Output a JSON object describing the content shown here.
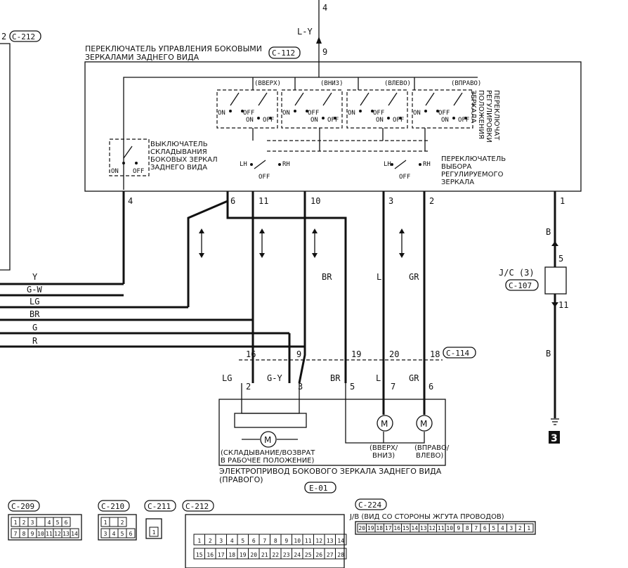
{
  "wires_top": {
    "pin4": "4",
    "color": "L-Y",
    "pin9": "9"
  },
  "switch": {
    "title_line1": "ПЕРЕКЛЮЧАТЕЛЬ УПРАВЛЕНИЯ БОКОВЫМИ",
    "title_line2": "ЗЕРКАЛАМИ ЗАДНЕГО ВИДА",
    "connector": "C-112",
    "dir_up": "(ВВЕРХ)",
    "dir_down": "(ВНИЗ)",
    "dir_left": "(ВЛЕВО)",
    "dir_right": "(ВПРАВО)",
    "on": "ON",
    "off": "OFF",
    "adjust_vertical": [
      "ПЕРЕКЛЮЧАТ",
      "РЕГУЛИРОВКИ",
      "ПОЛОЖЕНИЯ",
      "ЗЕРКАЛА"
    ],
    "fold_label": [
      "ВЫКЛЮЧАТЕЛЬ",
      "СКЛАДЫВАНИЯ",
      "БОКОВЫХ ЗЕРКАЛ",
      "ЗАДНЕГО ВИДА"
    ],
    "fold_on": "ON",
    "fold_off": "OFF",
    "lh": "LH",
    "rh": "RH",
    "select_label": [
      "ПЕРЕКЛЮЧАТЕЛЬ",
      "ВЫБОРА",
      "РЕГУЛИРУЕМОГО",
      "ЗЕРКАЛА"
    ]
  },
  "pins_switch": {
    "p4": "4",
    "p6": "6",
    "p11": "11",
    "p10": "10",
    "p3": "3",
    "p2": "2",
    "p1": "1"
  },
  "left_connector": {
    "name": "C-212",
    "prefix": "2"
  },
  "left_wires": [
    "Y",
    "G-W",
    "LG",
    "BR",
    "G",
    "R"
  ],
  "wire_colors": {
    "br": "BR",
    "l": "L",
    "gr": "GR",
    "b1": "B",
    "b2": "B"
  },
  "jc": {
    "label": "J/C (3)",
    "connector": "C-107",
    "pin5": "5",
    "pin11": "11"
  },
  "ground": "3",
  "c114": {
    "name": "C-114",
    "p16": "16",
    "p9": "9",
    "p19": "19",
    "p20": "20",
    "p18": "18"
  },
  "mirror_pins": {
    "lg": "LG",
    "gy": "G-Y",
    "br": "BR",
    "l": "L",
    "gr": "GR",
    "p2": "2",
    "p3": "3",
    "p5": "5",
    "p7": "7",
    "p6": "6"
  },
  "actuator": {
    "fold": [
      "(СКЛАДЫВАНИЕ/ВОЗВРАТ",
      "В РАБОЧЕЕ ПОЛОЖЕНИЕ)"
    ],
    "updown": [
      "(ВВЕРХ/",
      "ВНИЗ)"
    ],
    "rightleft": [
      "(ВПРАВО/",
      "ВЛЕВО)"
    ],
    "m": "M",
    "title_line1": "ЭЛЕКТРОПРИВОД БОКОВОГО ЗЕРКАЛА ЗАДНЕГО ВИДА",
    "title_line2": "(ПРАВОГО)",
    "connector": "E-01"
  },
  "bottom_connectors": {
    "c209": {
      "name": "C-209",
      "row1": [
        "1",
        "2",
        "3",
        "",
        "4",
        "5",
        "6"
      ],
      "row2": [
        "7",
        "8",
        "9",
        "10",
        "11",
        "12",
        "13",
        "14"
      ]
    },
    "c210": {
      "name": "C-210",
      "row1": [
        "1",
        "",
        "2"
      ],
      "row2": [
        "3",
        "4",
        "5",
        "6"
      ]
    },
    "c211": {
      "name": "C-211",
      "row1": [
        "1"
      ]
    },
    "c212": {
      "name": "C-212",
      "row1": [
        "1",
        "2",
        "3",
        "4",
        "5",
        "6",
        "7",
        "8",
        "9",
        "10",
        "11",
        "12",
        "13",
        "14"
      ],
      "row2": [
        "15",
        "16",
        "17",
        "18",
        "19",
        "20",
        "21",
        "22",
        "23",
        "24",
        "25",
        "26",
        "27",
        "28"
      ]
    },
    "c224": {
      "name": "C-224",
      "note": "J/B (ВИД СО СТОРОНЫ ЖГУТА ПРОВОДОВ)",
      "row1": [
        "20",
        "19",
        "18",
        "17",
        "16",
        "15",
        "14",
        "13",
        "12",
        "11",
        "10",
        "9",
        "8",
        "7",
        "6",
        "5",
        "4",
        "3",
        "2",
        "1"
      ]
    }
  }
}
